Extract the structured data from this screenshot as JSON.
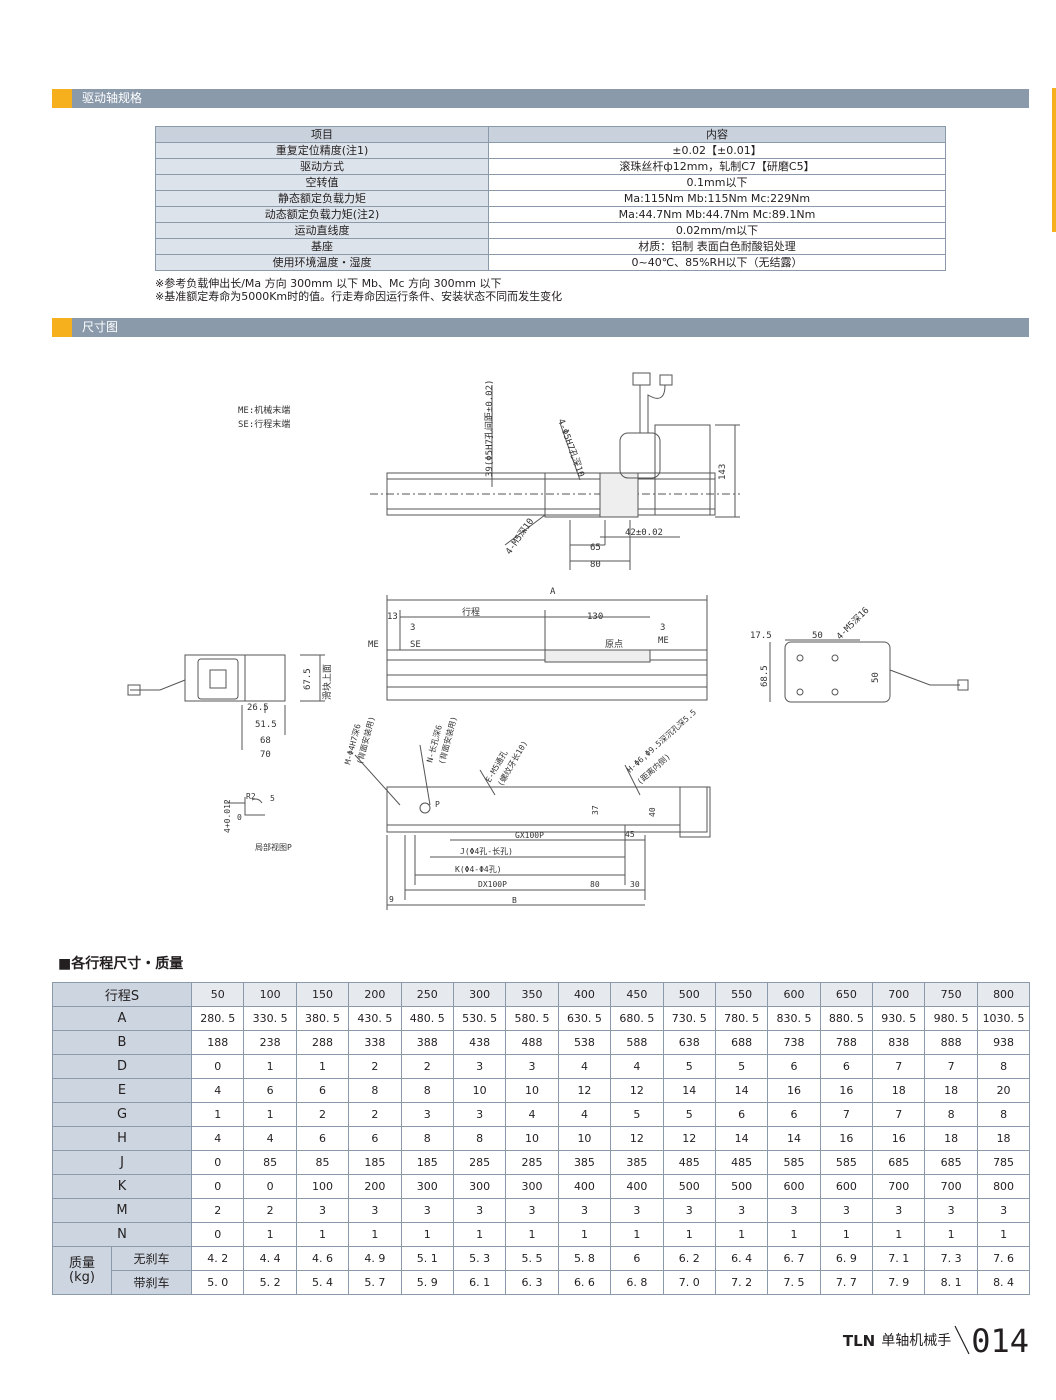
{
  "sections": {
    "spec_title": "驱动轴规格",
    "dim_title": "尺寸图"
  },
  "spec": {
    "headers": [
      "项目",
      "内容"
    ],
    "rows": [
      [
        "重复定位精度(注1)",
        "±0.02【±0.01】"
      ],
      [
        "驱动方式",
        "滚珠丝杆ф12mm，轧制C7【研磨C5】"
      ],
      [
        "空转值",
        "0.1mm以下"
      ],
      [
        "静态额定负载力矩",
        "Ma:115Nm   Mb:115Nm   Mc:229Nm"
      ],
      [
        "动态额定负载力矩(注2)",
        "Ma:44.7Nm   Mb:44.7Nm   Mc:89.1Nm"
      ],
      [
        "运动直线度",
        "0.02mm/m以下"
      ],
      [
        "基座",
        "材质：铝制  表面白色耐酸铝处理"
      ],
      [
        "使用环境温度・湿度",
        "0~40℃、85%RH以下（无结露）"
      ]
    ],
    "notes": [
      "※参考负载伸出长/Ma 方向 300mm 以下    Mb、Mc 方向 300mm 以下",
      "※基准额定寿命为5000Km时的值。行走寿命因运行条件、安装状态不同而发生变化"
    ]
  },
  "drawing": {
    "legend": [
      "ME:机械末端",
      "SE:行程末端"
    ],
    "top_labels": {
      "pitch": "39(Φ5H7孔间距±0.02)",
      "holes_top": "4-Φ5H7孔深10",
      "holes_m5": "4-M5深10",
      "d42": "42±0.02",
      "d65": "65",
      "d80": "80",
      "d143": "143"
    },
    "front_labels": {
      "A": "A",
      "d13": "13",
      "stroke": "行程",
      "d130": "130",
      "d3a": "3",
      "d3b": "3",
      "origin": "原点",
      "me1": "ME",
      "se": "SE",
      "me2": "ME"
    },
    "end_labels": {
      "d675": "67.5",
      "slider_top": "滑块上面",
      "d265": "26.5",
      "d515": "51.5",
      "d68": "68",
      "d70": "70"
    },
    "right_labels": {
      "d175": "17.5",
      "d50a": "50",
      "m5": "4-M5深16",
      "d685": "68.5",
      "d50b": "50"
    },
    "bottom_labels": {
      "m_hole": "M-Φ4H7深6",
      "m_hole_sub": "(背面安装用)",
      "n_hole": "N-长孔深6",
      "n_hole_sub": "(背面安装用)",
      "e_hole": "E-M5通孔",
      "e_hole_sub": "(螺纹牙长10)",
      "h_hole": "H-Φ6,Φ9.5深沉孔深5.5",
      "h_hole_sub": "(距离内侧)",
      "p": "P",
      "d37": "37",
      "d40": "40",
      "d45": "45",
      "gx": "GX100P",
      "j": "J(Φ4孔-长孔)",
      "k": "K(Φ4-Φ4孔)",
      "dx": "DX100P",
      "d80": "80",
      "d30": "30",
      "d9": "9",
      "B": "B"
    },
    "detail": {
      "r2": "R2",
      "d5": "5",
      "tol": "4+0.012",
      "tol0": "0",
      "caption": "局部视图P"
    }
  },
  "dim_table": {
    "title": "■各行程尺寸・质量",
    "stroke_label": "行程S",
    "strokes": [
      "50",
      "100",
      "150",
      "200",
      "250",
      "300",
      "350",
      "400",
      "450",
      "500",
      "550",
      "600",
      "650",
      "700",
      "750",
      "800"
    ],
    "rows": [
      {
        "label": "A",
        "values": [
          "280. 5",
          "330. 5",
          "380. 5",
          "430. 5",
          "480. 5",
          "530. 5",
          "580. 5",
          "630. 5",
          "680. 5",
          "730. 5",
          "780. 5",
          "830. 5",
          "880. 5",
          "930. 5",
          "980. 5",
          "1030. 5"
        ]
      },
      {
        "label": "B",
        "values": [
          "188",
          "238",
          "288",
          "338",
          "388",
          "438",
          "488",
          "538",
          "588",
          "638",
          "688",
          "738",
          "788",
          "838",
          "888",
          "938"
        ]
      },
      {
        "label": "D",
        "values": [
          "0",
          "1",
          "1",
          "2",
          "2",
          "3",
          "3",
          "4",
          "4",
          "5",
          "5",
          "6",
          "6",
          "7",
          "7",
          "8"
        ]
      },
      {
        "label": "E",
        "values": [
          "4",
          "6",
          "6",
          "8",
          "8",
          "10",
          "10",
          "12",
          "12",
          "14",
          "14",
          "16",
          "16",
          "18",
          "18",
          "20"
        ]
      },
      {
        "label": "G",
        "values": [
          "1",
          "1",
          "2",
          "2",
          "3",
          "3",
          "4",
          "4",
          "5",
          "5",
          "6",
          "6",
          "7",
          "7",
          "8",
          "8"
        ]
      },
      {
        "label": "H",
        "values": [
          "4",
          "4",
          "6",
          "6",
          "8",
          "8",
          "10",
          "10",
          "12",
          "12",
          "14",
          "14",
          "16",
          "16",
          "18",
          "18"
        ]
      },
      {
        "label": "J",
        "values": [
          "0",
          "85",
          "85",
          "185",
          "185",
          "285",
          "285",
          "385",
          "385",
          "485",
          "485",
          "585",
          "585",
          "685",
          "685",
          "785"
        ]
      },
      {
        "label": "K",
        "values": [
          "0",
          "0",
          "100",
          "200",
          "300",
          "300",
          "300",
          "400",
          "400",
          "500",
          "500",
          "600",
          "600",
          "700",
          "700",
          "800"
        ]
      },
      {
        "label": "M",
        "values": [
          "2",
          "2",
          "3",
          "3",
          "3",
          "3",
          "3",
          "3",
          "3",
          "3",
          "3",
          "3",
          "3",
          "3",
          "3",
          "3"
        ]
      },
      {
        "label": "N",
        "values": [
          "0",
          "1",
          "1",
          "1",
          "1",
          "1",
          "1",
          "1",
          "1",
          "1",
          "1",
          "1",
          "1",
          "1",
          "1",
          "1"
        ]
      }
    ],
    "mass_label": "质量",
    "mass_unit": "(kg)",
    "mass_rows": [
      {
        "label": "无刹车",
        "values": [
          "4. 2",
          "4. 4",
          "4. 6",
          "4. 9",
          "5. 1",
          "5. 3",
          "5. 5",
          "5. 8",
          "6",
          "6. 2",
          "6. 4",
          "6. 7",
          "6. 9",
          "7. 1",
          "7. 3",
          "7. 6"
        ]
      },
      {
        "label": "带刹车",
        "values": [
          "5. 0",
          "5. 2",
          "5. 4",
          "5. 7",
          "5. 9",
          "6. 1",
          "6. 3",
          "6. 6",
          "6. 8",
          "7. 0",
          "7. 2",
          "7. 5",
          "7. 7",
          "7. 9",
          "8. 1",
          "8. 4"
        ]
      }
    ]
  },
  "footer": {
    "brand": "TLN",
    "product": "单轴机械手",
    "page": "014"
  }
}
